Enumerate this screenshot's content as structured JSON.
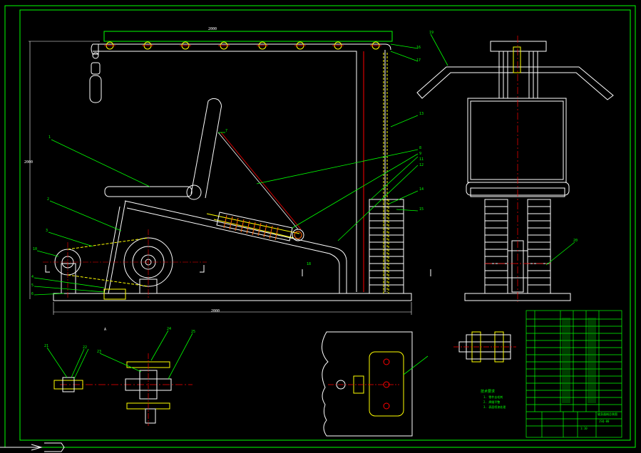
{
  "colors": {
    "background": "#000000",
    "frame": "#00ff00",
    "outline": "#ffffff",
    "hidden": "#ffff00",
    "center": "#ff0000",
    "leader": "#00ff00",
    "hatch": "#ff0000"
  },
  "drawing": {
    "views": [
      "front-elevation",
      "side-elevation",
      "shaft-detail",
      "plate-detail",
      "bolt-detail"
    ],
    "tile": "A"
  },
  "dimensions": {
    "top_length": "2000",
    "base_length": "2000",
    "height": "2000"
  },
  "section_mark": "A",
  "balloons": {
    "front": [
      "1",
      "2",
      "3",
      "10",
      "4",
      "5",
      "6",
      "7",
      "8",
      "9",
      "11",
      "12",
      "13",
      "14",
      "15",
      "16",
      "17",
      "18"
    ],
    "side": [
      "19",
      "20"
    ],
    "detail": [
      "21",
      "22",
      "23",
      "24",
      "25"
    ]
  },
  "notes": {
    "title": "技术要求",
    "lines": [
      "1. 零件去毛刺",
      "2. 焊缝平整",
      "3. 表面喷漆处理"
    ]
  },
  "title_block": {
    "name": "健身器械总装图",
    "drawing_no": "JSQ-00",
    "scale": "1:10"
  }
}
